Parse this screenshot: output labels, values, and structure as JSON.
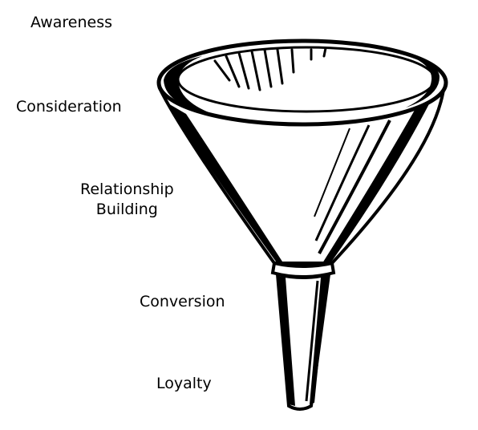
{
  "stages": {
    "awareness": "Awareness",
    "consideration": "Consideration",
    "relationship_line1": "Relationship",
    "relationship_line2": "Building",
    "conversion": "Conversion",
    "loyalty": "Loyalty"
  },
  "illustration": {
    "icon": "funnel-icon",
    "stroke_color": "#000000",
    "fill_color": "#ffffff"
  }
}
